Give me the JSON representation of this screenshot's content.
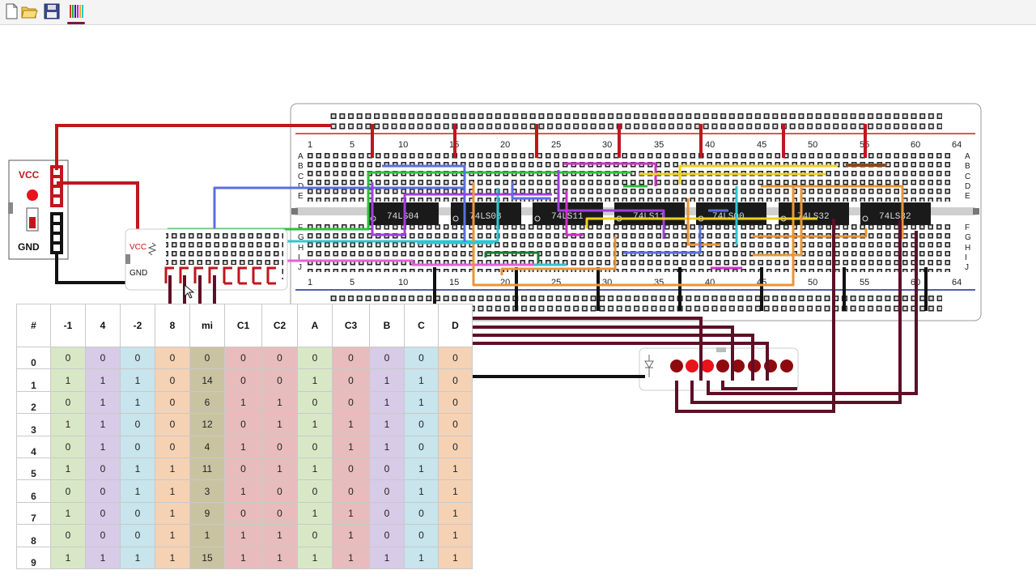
{
  "toolbar": {
    "buttons": [
      {
        "name": "new-file-icon"
      },
      {
        "name": "open-folder-icon"
      },
      {
        "name": "save-icon"
      },
      {
        "name": "wire-colors-icon"
      }
    ]
  },
  "power_supply": {
    "vcc_label": "VCC",
    "gnd_label": "GND"
  },
  "switch_bank": {
    "vcc_label": "VCC",
    "gnd_label": "GND"
  },
  "breadboard": {
    "column_numbers": [
      "1",
      "5",
      "10",
      "15",
      "20",
      "25",
      "30",
      "35",
      "40",
      "45",
      "50",
      "55",
      "60",
      "64"
    ],
    "rows_top": [
      "A",
      "B",
      "C",
      "D",
      "E"
    ],
    "rows_bottom": [
      "F",
      "G",
      "H",
      "I",
      "J"
    ],
    "chips": [
      "74LS04",
      "74LS08",
      "74LS11",
      "74LS11",
      "74LS00",
      "74LS32",
      "74LS32"
    ]
  },
  "truth_table": {
    "headers": [
      "#",
      "-1",
      "4",
      "-2",
      "8",
      "mi",
      "C1",
      "C2",
      "A",
      "C3",
      "B",
      "C",
      "D"
    ],
    "rows": [
      [
        "0",
        "0",
        "0",
        "0",
        "0",
        "0",
        "0",
        "0",
        "0",
        "0",
        "0",
        "0",
        "0"
      ],
      [
        "1",
        "1",
        "1",
        "1",
        "0",
        "14",
        "0",
        "0",
        "1",
        "0",
        "1",
        "1",
        "0"
      ],
      [
        "2",
        "0",
        "1",
        "1",
        "0",
        "6",
        "1",
        "1",
        "0",
        "0",
        "1",
        "1",
        "0"
      ],
      [
        "3",
        "1",
        "1",
        "0",
        "0",
        "12",
        "0",
        "1",
        "1",
        "1",
        "1",
        "0",
        "0"
      ],
      [
        "4",
        "0",
        "1",
        "0",
        "0",
        "4",
        "1",
        "0",
        "0",
        "1",
        "1",
        "0",
        "0"
      ],
      [
        "5",
        "1",
        "0",
        "1",
        "1",
        "11",
        "0",
        "1",
        "1",
        "0",
        "0",
        "1",
        "1"
      ],
      [
        "6",
        "0",
        "0",
        "1",
        "1",
        "3",
        "1",
        "0",
        "0",
        "0",
        "0",
        "1",
        "1"
      ],
      [
        "7",
        "1",
        "0",
        "0",
        "1",
        "9",
        "0",
        "0",
        "1",
        "1",
        "0",
        "0",
        "1"
      ],
      [
        "8",
        "0",
        "0",
        "0",
        "1",
        "1",
        "1",
        "1",
        "0",
        "1",
        "0",
        "0",
        "1"
      ],
      [
        "9",
        "1",
        "1",
        "1",
        "1",
        "15",
        "1",
        "1",
        "1",
        "1",
        "1",
        "1",
        "1"
      ]
    ]
  },
  "colors": {
    "vcc_wire": "#c0161c",
    "gnd_wire": "#111111",
    "output_wire": "#5e0f26",
    "led_on": "#e8141b",
    "led_off": "#8e0a0f",
    "rail_red": "#cc2222",
    "rail_blue": "#1a2a8a"
  }
}
